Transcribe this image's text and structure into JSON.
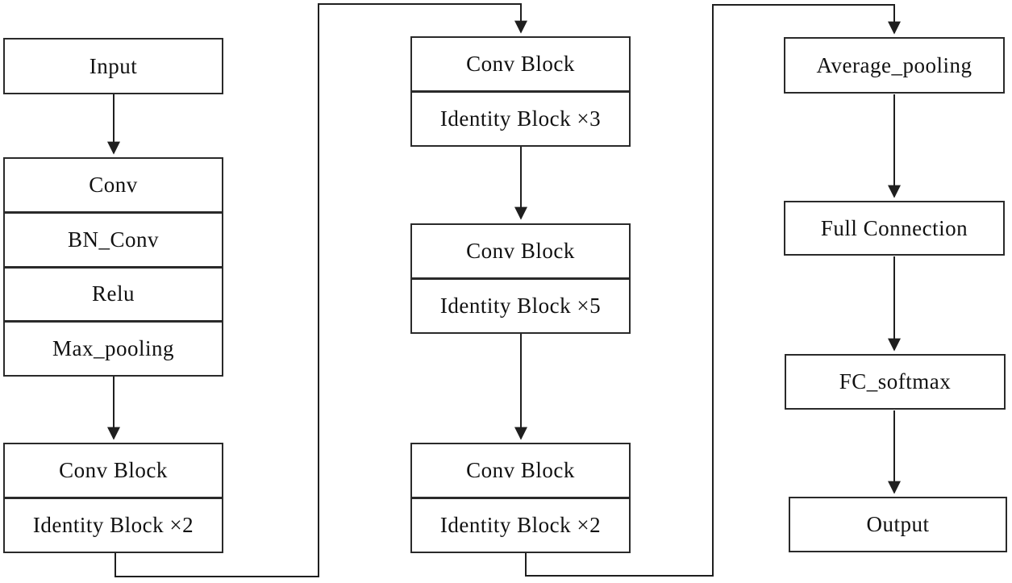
{
  "diagram_type": "flowchart",
  "palette": {
    "line": "#1f1f1f",
    "box_border": "#2a2a2a",
    "box_fill": "#ffffff",
    "text": "#111111",
    "background": "#ffffff"
  },
  "nodes": {
    "input": "Input",
    "conv": "Conv",
    "bn_conv": "BN_Conv",
    "relu": "Relu",
    "max_pooling": "Max_pooling",
    "stage1_conv_block": "Conv Block",
    "stage1_identity": "Identity Block ×2",
    "stage2_conv_block": "Conv Block",
    "stage2_identity": "Identity Block ×3",
    "stage3_conv_block": "Conv Block",
    "stage3_identity": "Identity Block ×5",
    "stage4_conv_block": "Conv Block",
    "stage4_identity": "Identity Block ×2",
    "average_pooling": "Average_pooling",
    "full_connection": "Full Connection",
    "fc_softmax": "FC_softmax",
    "output": "Output"
  },
  "edges": [
    {
      "from": "input",
      "to": "conv-stack"
    },
    {
      "from": "conv-stack",
      "to": "stage1-block"
    },
    {
      "from": "stage1-block",
      "to": "stage2-block"
    },
    {
      "from": "stage2-block",
      "to": "stage3-block"
    },
    {
      "from": "stage3-block",
      "to": "stage4-block"
    },
    {
      "from": "stage4-block",
      "to": "average_pooling"
    },
    {
      "from": "average_pooling",
      "to": "full_connection"
    },
    {
      "from": "full_connection",
      "to": "fc_softmax"
    },
    {
      "from": "fc_softmax",
      "to": "output"
    }
  ]
}
